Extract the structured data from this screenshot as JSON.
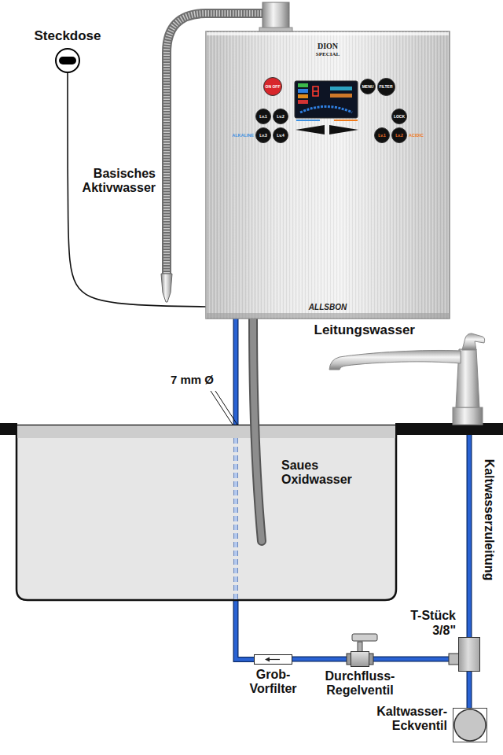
{
  "diagram": {
    "nodes": [
      {
        "text": [
          "Steckdose"
        ]
      },
      {
        "text": [
          "DION",
          "SPECIAL",
          "ALLSBON"
        ]
      },
      {
        "text": [
          "ON OFF"
        ],
        "in": 1
      },
      {
        "text": [
          "MENU"
        ],
        "in": 1
      },
      {
        "text": [
          "FILTER"
        ],
        "in": 1
      },
      {
        "text": [
          "Lv.1"
        ],
        "in": 1
      },
      {
        "text": [
          "Lv.2"
        ],
        "in": 1
      },
      {
        "text": [
          "LOCK"
        ],
        "in": 1
      },
      {
        "text": [
          "Lv.3"
        ],
        "in": 1
      },
      {
        "text": [
          "Lv.4"
        ],
        "in": 1
      },
      {
        "text": [
          "Lv.1"
        ],
        "in": 1
      },
      {
        "text": [
          "Lv.2"
        ],
        "in": 1
      },
      {
        "text": [
          "Leitungswasser"
        ]
      },
      {
        "text": [
          "T-Stück 3/8\""
        ]
      },
      {
        "text": [
          "Grob- Vorfilter"
        ]
      },
      {
        "text": [
          "Durchfluss- Regelventil"
        ]
      },
      {
        "text": [
          "Kaltwasser- Eckventil"
        ]
      }
    ],
    "edges": [
      {
        "from": 0,
        "to": 1,
        "arrow": "none"
      },
      {
        "from": 16,
        "to": 13,
        "arrow": "none"
      },
      {
        "from": 13,
        "to": 12,
        "label": "Kaltwasserzuleitung",
        "arrow": "none"
      },
      {
        "from": 13,
        "to": 15,
        "arrow": "none"
      },
      {
        "from": 15,
        "to": 14,
        "arrow": "none"
      },
      {
        "from": 14,
        "to": 1,
        "arrow": "none"
      }
    ],
    "labels": [
      "Basisches Aktivwasser",
      "7 mm Ø",
      "Saues Oxidwasser",
      "ALKALINE",
      "ACIDIC"
    ]
  }
}
